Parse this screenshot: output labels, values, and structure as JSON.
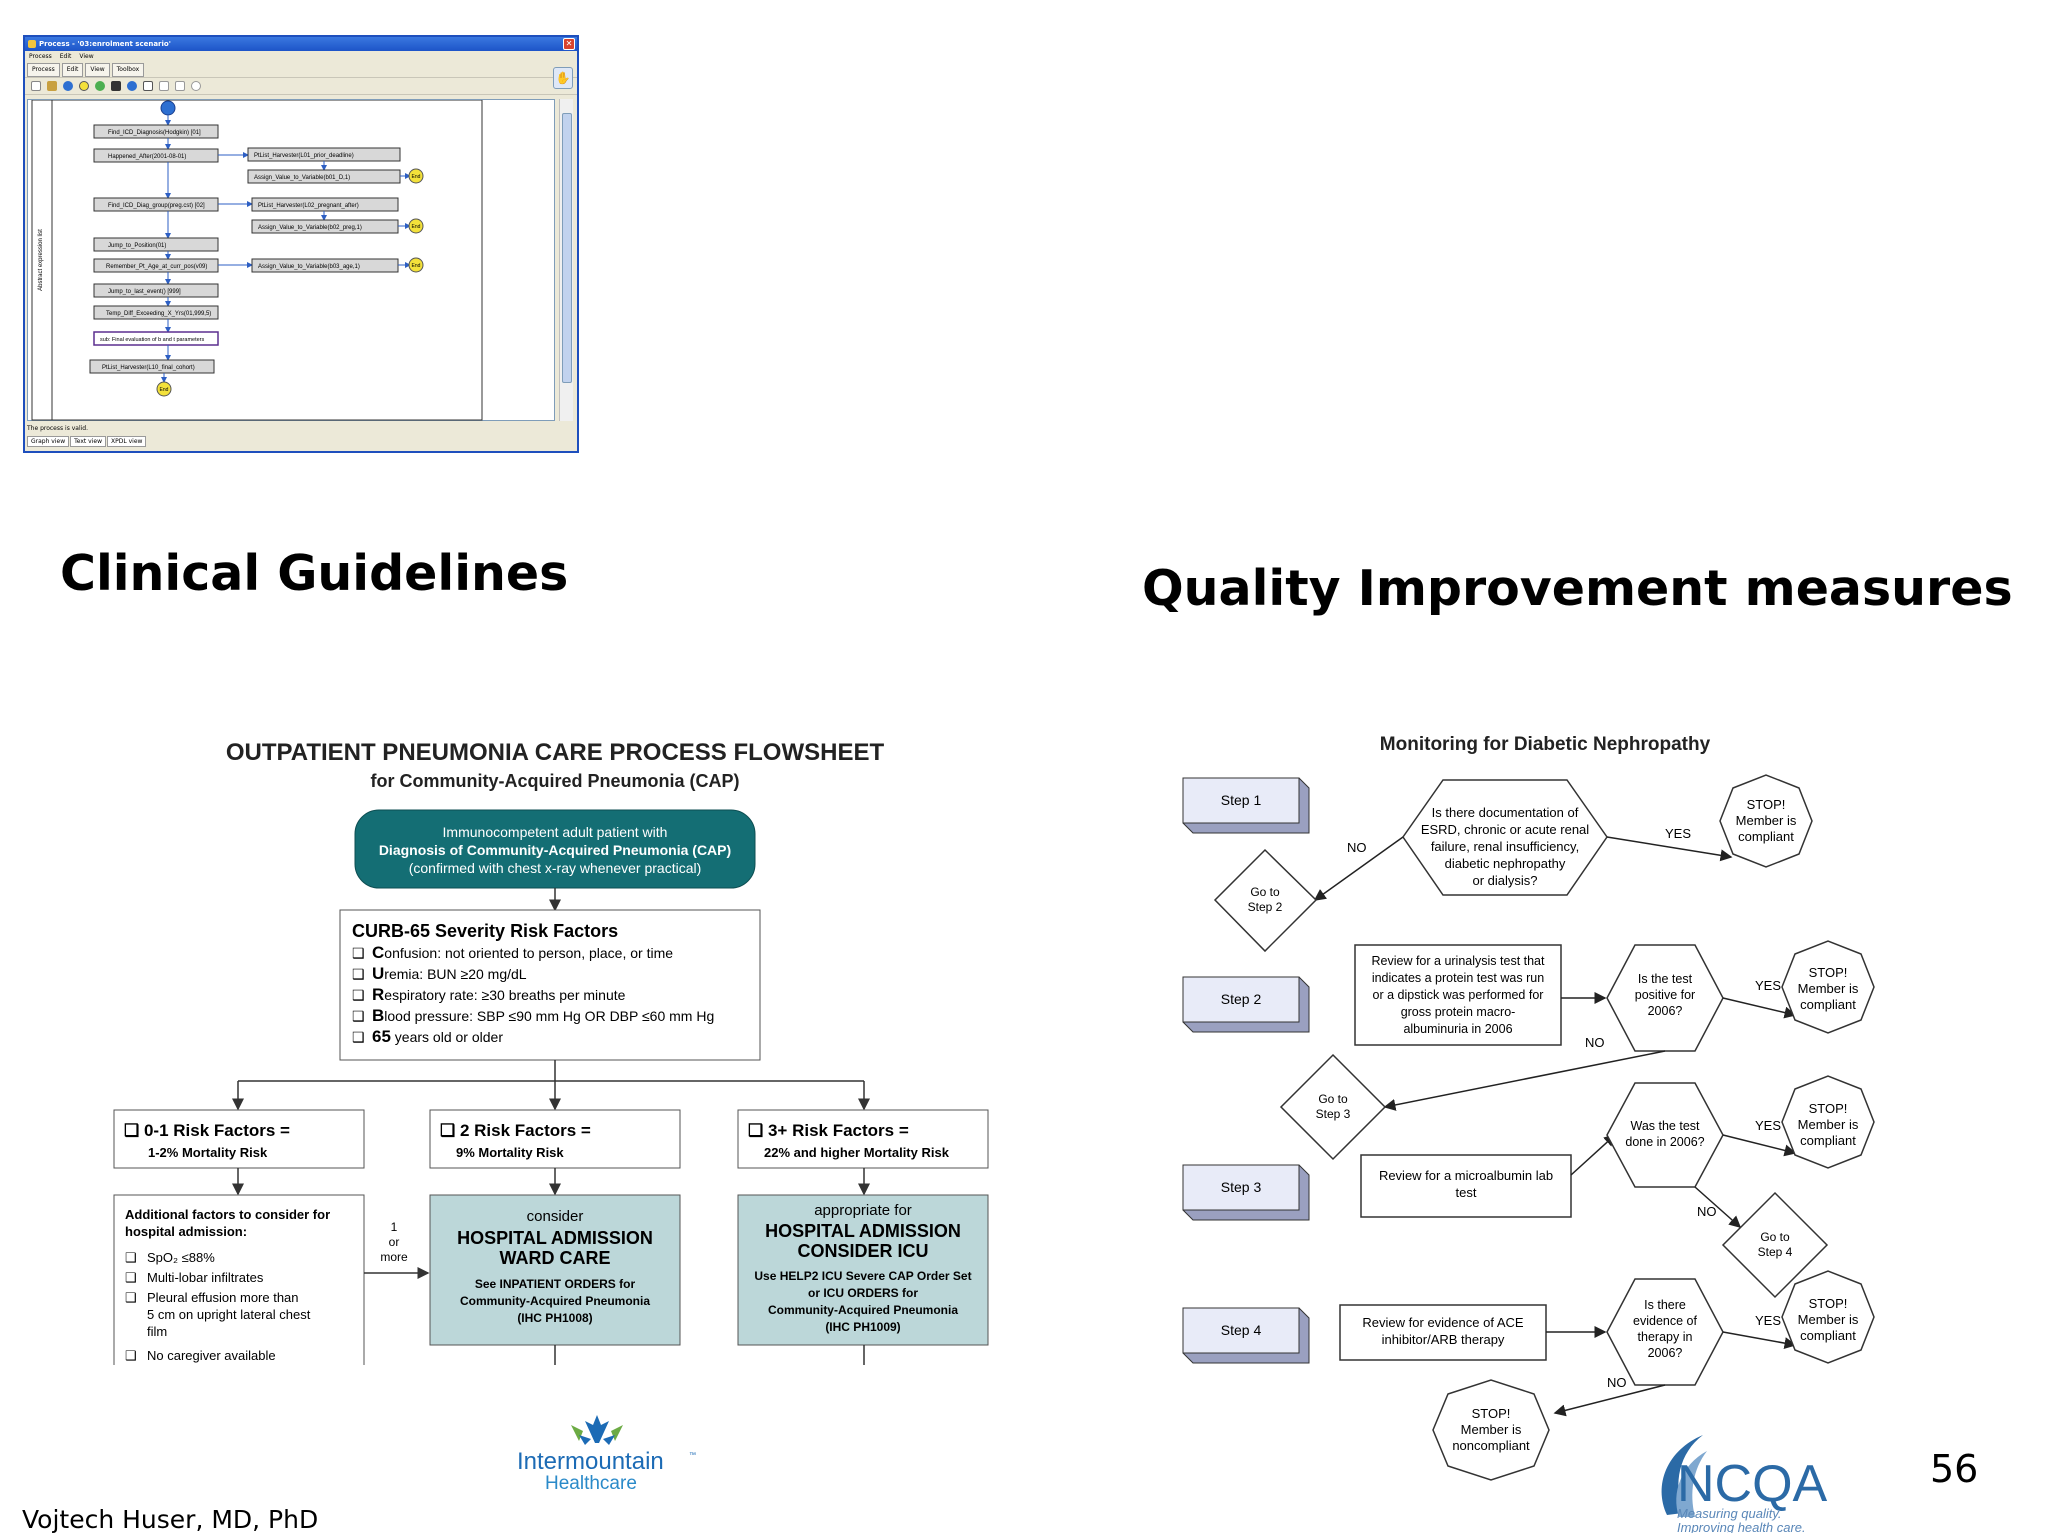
{
  "process_window": {
    "title": "Process - '03:enrolment scenario'",
    "menu": [
      "Process",
      "Edit",
      "View"
    ],
    "tabs": [
      "Process",
      "Edit",
      "View",
      "Toolbox"
    ],
    "side_label": "Abstract expression list",
    "nodes": [
      "Find_ICD_Diagnosis(Hodgkin) [01]",
      "Happened_After(2001-08-01)",
      "PtList_Harvester(L01_prior_deadline)",
      "Assign_Value_to_Variable(b01_D,1)",
      "Find_ICD_Diag_group(preg.cst) [02]",
      "PtList_Harvester(L02_pregnant_after)",
      "Assign_Value_to_Variable(b02_preg,1)",
      "Jump_to_Position(01)",
      "Remember_Pt_Age_at_curr_pos(v09)",
      "Assign_Value_to_Variable(b03_age,1)",
      "Jump_to_last_event() [999]",
      "Temp_Diff_Exceeding_X_Yrs(01,999,5)",
      "sub: Final evaluation of b and t parameters",
      "PtList_Harvester(L10_final_cohort)"
    ],
    "end_label": "End",
    "status": "The process is valid.",
    "view_tabs": [
      "Graph view",
      "Text view",
      "XPDL view"
    ]
  },
  "headings": {
    "left": "Clinical Guidelines",
    "right": "Quality Improvement measures"
  },
  "pneumonia": {
    "title": "OUTPATIENT PNEUMONIA CARE PROCESS FLOWSHEET",
    "subtitle": "for Community-Acquired Pneumonia (CAP)",
    "start": [
      "Immunocompetent adult patient with",
      "Diagnosis of Community-Acquired Pneumonia (CAP)",
      "(confirmed with chest x-ray whenever practical)"
    ],
    "curb_title": "CURB-65 Severity Risk Factors",
    "curb_items": [
      {
        "initial": "C",
        "rest": "onfusion: not oriented to person, place, or time"
      },
      {
        "initial": "U",
        "rest": "remia: BUN ≥20 mg/dL"
      },
      {
        "initial": "R",
        "rest": "espiratory rate: ≥30 breaths per minute"
      },
      {
        "initial": "B",
        "rest": "lood pressure: SBP ≤90 mm Hg OR DBP ≤60 mm Hg"
      },
      {
        "initial": "65",
        "rest": " years old or older"
      }
    ],
    "risk_boxes": [
      {
        "title": "0-1 Risk Factors =",
        "sub": "1-2% Mortality Risk"
      },
      {
        "title": "2 Risk Factors =",
        "sub": "9% Mortality Risk"
      },
      {
        "title": "3+ Risk Factors =",
        "sub": "22% and higher Mortality Risk"
      }
    ],
    "additional_title": [
      "Additional factors to consider for",
      "hospital admission:"
    ],
    "additional_items": [
      "SpO₂ ≤88%",
      "Multi-lobar infiltrates",
      "Pleural effusion more than",
      "5 cm on upright lateral chest",
      "film",
      "No caregiver available"
    ],
    "one_or_more": [
      "1",
      "or",
      "more"
    ],
    "ward_box": [
      "consider",
      "HOSPITAL ADMISSION",
      "WARD CARE",
      "See INPATIENT ORDERS for",
      "Community-Acquired Pneumonia",
      "(IHC PH1008)"
    ],
    "icu_box": [
      "appropriate for",
      "HOSPITAL ADMISSION",
      "CONSIDER ICU",
      "Use HELP2 ICU Severe CAP Order Set",
      "or ICU ORDERS for",
      "Community-Acquired Pneumonia",
      "(IHC PH1009)"
    ]
  },
  "nephropathy": {
    "title": "Monitoring for Diabetic Nephropathy",
    "steps": [
      "Step 1",
      "Step 2",
      "Step 3",
      "Step 4"
    ],
    "q1": [
      "Is there documentation of",
      "ESRD, chronic or acute renal",
      "failure, renal insufficiency,",
      "diabetic nephropathy",
      "or dialysis?"
    ],
    "review2": [
      "Review for a urinalysis test that",
      "indicates a protein test was run",
      "or a dipstick was performed for",
      "gross protein macro-",
      "albuminuria in 2006"
    ],
    "q2": [
      "Is the test",
      "positive for",
      "2006?"
    ],
    "review3": [
      "Review for a microalbumin lab",
      "test"
    ],
    "q3": [
      "Was the test",
      "done in 2006?"
    ],
    "review4": [
      "Review for evidence of ACE",
      "inhibitor/ARB therapy"
    ],
    "q4": [
      "Is there",
      "evidence of",
      "therapy in",
      "2006?"
    ],
    "goto": [
      [
        "Go to",
        "Step 2"
      ],
      [
        "Go to",
        "Step 3"
      ],
      [
        "Go to",
        "Step 4"
      ]
    ],
    "stop_compliant": [
      "STOP!",
      "Member is",
      "compliant"
    ],
    "stop_noncompliant": [
      "STOP!",
      "Member is",
      "noncompliant"
    ],
    "yes": "YES",
    "no": "NO"
  },
  "logos": {
    "intermountain": [
      "Intermountain",
      "Healthcare"
    ],
    "intermountain_tm": "™",
    "ncqa": [
      "NCQA",
      "Measuring quality.",
      "Improving health care."
    ]
  },
  "page_number": "56",
  "author": "Vojtech Huser, MD, PhD"
}
